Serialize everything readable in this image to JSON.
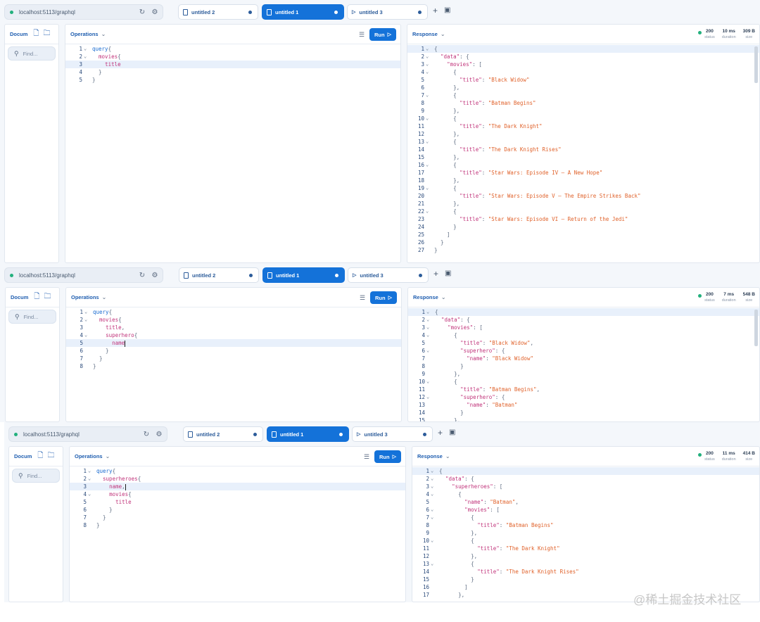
{
  "panels": [
    {
      "url": "localhost:5113/graphql",
      "tabs": [
        {
          "label": "untitled 2",
          "icon": "document-icon",
          "active": false,
          "dot": true
        },
        {
          "label": "untitled 1",
          "icon": "document-icon",
          "active": true,
          "dot": true
        },
        {
          "label": "untitled 3",
          "icon": "play-icon",
          "active": false,
          "dot": true
        }
      ],
      "documents_label": "Docum",
      "find_placeholder": "Find...",
      "operations_label": "Operations",
      "run_label": "Run",
      "response_label": "Response",
      "stats": {
        "status": "200",
        "status_label": "status",
        "duration": "10 ms",
        "duration_label": "duration",
        "size": "309 B",
        "size_label": "size"
      },
      "query_lines": [
        [
          [
            "kw",
            "query"
          ],
          [
            "pn",
            "{"
          ]
        ],
        [
          [
            "pn",
            "  "
          ],
          [
            "fld",
            "movies"
          ],
          [
            "pn",
            "{"
          ]
        ],
        [
          [
            "pn",
            "    "
          ],
          [
            "fld",
            "title"
          ]
        ],
        [
          [
            "pn",
            "  "
          ],
          [
            "pn",
            "}"
          ]
        ],
        [
          [
            "pn",
            "}"
          ]
        ]
      ],
      "query_folds": [
        "v",
        "v",
        "",
        "",
        ""
      ],
      "query_highlight": 3,
      "query_cursor_line": 0,
      "response_lines": [
        [
          [
            "pn",
            "{"
          ]
        ],
        [
          [
            "pn",
            "  "
          ],
          [
            "key",
            "\"data\""
          ],
          [
            "pn",
            ": {"
          ]
        ],
        [
          [
            "pn",
            "    "
          ],
          [
            "key",
            "\"movies\""
          ],
          [
            "pn",
            ": ["
          ]
        ],
        [
          [
            "pn",
            "      {"
          ]
        ],
        [
          [
            "pn",
            "        "
          ],
          [
            "key",
            "\"title\""
          ],
          [
            "pn",
            ": "
          ],
          [
            "str",
            "\"Black Widow\""
          ]
        ],
        [
          [
            "pn",
            "      },"
          ]
        ],
        [
          [
            "pn",
            "      {"
          ]
        ],
        [
          [
            "pn",
            "        "
          ],
          [
            "key",
            "\"title\""
          ],
          [
            "pn",
            ": "
          ],
          [
            "str",
            "\"Batman Begins\""
          ]
        ],
        [
          [
            "pn",
            "      },"
          ]
        ],
        [
          [
            "pn",
            "      {"
          ]
        ],
        [
          [
            "pn",
            "        "
          ],
          [
            "key",
            "\"title\""
          ],
          [
            "pn",
            ": "
          ],
          [
            "str",
            "\"The Dark Knight\""
          ]
        ],
        [
          [
            "pn",
            "      },"
          ]
        ],
        [
          [
            "pn",
            "      {"
          ]
        ],
        [
          [
            "pn",
            "        "
          ],
          [
            "key",
            "\"title\""
          ],
          [
            "pn",
            ": "
          ],
          [
            "str",
            "\"The Dark Knight Rises\""
          ]
        ],
        [
          [
            "pn",
            "      },"
          ]
        ],
        [
          [
            "pn",
            "      {"
          ]
        ],
        [
          [
            "pn",
            "        "
          ],
          [
            "key",
            "\"title\""
          ],
          [
            "pn",
            ": "
          ],
          [
            "str",
            "\"Star Wars: Episode IV – A New Hope\""
          ]
        ],
        [
          [
            "pn",
            "      },"
          ]
        ],
        [
          [
            "pn",
            "      {"
          ]
        ],
        [
          [
            "pn",
            "        "
          ],
          [
            "key",
            "\"title\""
          ],
          [
            "pn",
            ": "
          ],
          [
            "str",
            "\"Star Wars: Episode V – The Empire Strikes Back\""
          ]
        ],
        [
          [
            "pn",
            "      },"
          ]
        ],
        [
          [
            "pn",
            "      {"
          ]
        ],
        [
          [
            "pn",
            "        "
          ],
          [
            "key",
            "\"title\""
          ],
          [
            "pn",
            ": "
          ],
          [
            "str",
            "\"Star Wars: Episode VI – Return of the Jedi\""
          ]
        ],
        [
          [
            "pn",
            "      }"
          ]
        ],
        [
          [
            "pn",
            "    ]"
          ]
        ],
        [
          [
            "pn",
            "  }"
          ]
        ],
        [
          [
            "pn",
            "}"
          ]
        ]
      ],
      "response_folds": [
        "v",
        "v",
        "v",
        "v",
        "",
        "",
        "v",
        "",
        "",
        "v",
        "",
        "",
        "v",
        "",
        "",
        "v",
        "",
        "",
        "v",
        "",
        "",
        "v",
        "",
        "",
        "",
        "",
        ""
      ]
    },
    {
      "url": "localhost:5113/graphql",
      "tabs": [
        {
          "label": "untitled 2",
          "icon": "document-icon",
          "active": false,
          "dot": true
        },
        {
          "label": "untitled 1",
          "icon": "document-icon",
          "active": true,
          "dot": true
        },
        {
          "label": "untitled 3",
          "icon": "play-icon",
          "active": false,
          "dot": true
        }
      ],
      "documents_label": "Docum",
      "find_placeholder": "Find...",
      "operations_label": "Operations",
      "run_label": "Run",
      "response_label": "Response",
      "stats": {
        "status": "200",
        "status_label": "status",
        "duration": "7 ms",
        "duration_label": "duration",
        "size": "548 B",
        "size_label": "size"
      },
      "query_lines": [
        [
          [
            "kw",
            "query"
          ],
          [
            "pn",
            "{"
          ]
        ],
        [
          [
            "pn",
            "  "
          ],
          [
            "fld",
            "movies"
          ],
          [
            "pn",
            "{"
          ]
        ],
        [
          [
            "pn",
            "    "
          ],
          [
            "fld",
            "title"
          ],
          [
            "pn",
            ","
          ]
        ],
        [
          [
            "pn",
            "    "
          ],
          [
            "fld",
            "superhero"
          ],
          [
            "pn",
            "{"
          ]
        ],
        [
          [
            "pn",
            "      "
          ],
          [
            "fld",
            "name"
          ],
          [
            "cur",
            ""
          ]
        ],
        [
          [
            "pn",
            "    }"
          ]
        ],
        [
          [
            "pn",
            "  }"
          ]
        ],
        [
          [
            "pn",
            "}"
          ]
        ]
      ],
      "query_folds": [
        "v",
        "v",
        "",
        "v",
        "",
        "",
        "",
        ""
      ],
      "query_highlight": 5,
      "response_lines": [
        [
          [
            "pn",
            "{"
          ]
        ],
        [
          [
            "pn",
            "  "
          ],
          [
            "key",
            "\"data\""
          ],
          [
            "pn",
            ": {"
          ]
        ],
        [
          [
            "pn",
            "    "
          ],
          [
            "key",
            "\"movies\""
          ],
          [
            "pn",
            ": ["
          ]
        ],
        [
          [
            "pn",
            "      {"
          ]
        ],
        [
          [
            "pn",
            "        "
          ],
          [
            "key",
            "\"title\""
          ],
          [
            "pn",
            ": "
          ],
          [
            "str",
            "\"Black Widow\""
          ],
          [
            "pn",
            ","
          ]
        ],
        [
          [
            "pn",
            "        "
          ],
          [
            "key",
            "\"superhero\""
          ],
          [
            "pn",
            ": {"
          ]
        ],
        [
          [
            "pn",
            "          "
          ],
          [
            "key",
            "\"name\""
          ],
          [
            "pn",
            ": "
          ],
          [
            "str",
            "\"Black Widow\""
          ]
        ],
        [
          [
            "pn",
            "        }"
          ]
        ],
        [
          [
            "pn",
            "      },"
          ]
        ],
        [
          [
            "pn",
            "      {"
          ]
        ],
        [
          [
            "pn",
            "        "
          ],
          [
            "key",
            "\"title\""
          ],
          [
            "pn",
            ": "
          ],
          [
            "str",
            "\"Batman Begins\""
          ],
          [
            "pn",
            ","
          ]
        ],
        [
          [
            "pn",
            "        "
          ],
          [
            "key",
            "\"superhero\""
          ],
          [
            "pn",
            ": {"
          ]
        ],
        [
          [
            "pn",
            "          "
          ],
          [
            "key",
            "\"name\""
          ],
          [
            "pn",
            ": "
          ],
          [
            "str",
            "\"Batman\""
          ]
        ],
        [
          [
            "pn",
            "        }"
          ]
        ],
        [
          [
            "pn",
            "      },"
          ]
        ]
      ],
      "response_folds": [
        "v",
        "v",
        "v",
        "v",
        "",
        "v",
        "",
        "",
        "",
        "v",
        "",
        "v",
        "",
        "",
        ""
      ]
    },
    {
      "url": "localhost:5113/graphql",
      "tabs": [
        {
          "label": "untitled 2",
          "icon": "document-icon",
          "active": false,
          "dot": true
        },
        {
          "label": "untitled 1",
          "icon": "document-icon",
          "active": true,
          "dot": true
        },
        {
          "label": "untitled 3",
          "icon": "play-icon",
          "active": false,
          "dot": true
        }
      ],
      "documents_label": "Docum",
      "find_placeholder": "Find...",
      "operations_label": "Operations",
      "run_label": "Run",
      "response_label": "Response",
      "stats": {
        "status": "200",
        "status_label": "status",
        "duration": "11 ms",
        "duration_label": "duration",
        "size": "414 B",
        "size_label": "size"
      },
      "query_lines": [
        [
          [
            "kw",
            "query"
          ],
          [
            "pn",
            "{"
          ]
        ],
        [
          [
            "pn",
            "  "
          ],
          [
            "fld",
            "superheroes"
          ],
          [
            "pn",
            "{"
          ]
        ],
        [
          [
            "pn",
            "    "
          ],
          [
            "fld",
            "name"
          ],
          [
            "pn",
            ","
          ],
          [
            "cur",
            ""
          ]
        ],
        [
          [
            "pn",
            "    "
          ],
          [
            "fld",
            "movies"
          ],
          [
            "pn",
            "{"
          ]
        ],
        [
          [
            "pn",
            "      "
          ],
          [
            "fld",
            "title"
          ]
        ],
        [
          [
            "pn",
            "    }"
          ]
        ],
        [
          [
            "pn",
            "  }"
          ]
        ],
        [
          [
            "pn",
            "}"
          ]
        ]
      ],
      "query_folds": [
        "v",
        "v",
        "",
        "v",
        "",
        "",
        "",
        ""
      ],
      "query_highlight": 3,
      "response_lines": [
        [
          [
            "pn",
            "{"
          ]
        ],
        [
          [
            "pn",
            "  "
          ],
          [
            "key",
            "\"data\""
          ],
          [
            "pn",
            ": {"
          ]
        ],
        [
          [
            "pn",
            "    "
          ],
          [
            "key",
            "\"superheroes\""
          ],
          [
            "pn",
            ": ["
          ]
        ],
        [
          [
            "pn",
            "      {"
          ]
        ],
        [
          [
            "pn",
            "        "
          ],
          [
            "key",
            "\"name\""
          ],
          [
            "pn",
            ": "
          ],
          [
            "str",
            "\"Batman\""
          ],
          [
            "pn",
            ","
          ]
        ],
        [
          [
            "pn",
            "        "
          ],
          [
            "key",
            "\"movies\""
          ],
          [
            "pn",
            ": ["
          ]
        ],
        [
          [
            "pn",
            "          {"
          ]
        ],
        [
          [
            "pn",
            "            "
          ],
          [
            "key",
            "\"title\""
          ],
          [
            "pn",
            ": "
          ],
          [
            "str",
            "\"Batman Begins\""
          ]
        ],
        [
          [
            "pn",
            "          },"
          ]
        ],
        [
          [
            "pn",
            "          {"
          ]
        ],
        [
          [
            "pn",
            "            "
          ],
          [
            "key",
            "\"title\""
          ],
          [
            "pn",
            ": "
          ],
          [
            "str",
            "\"The Dark Knight\""
          ]
        ],
        [
          [
            "pn",
            "          },"
          ]
        ],
        [
          [
            "pn",
            "          {"
          ]
        ],
        [
          [
            "pn",
            "            "
          ],
          [
            "key",
            "\"title\""
          ],
          [
            "pn",
            ": "
          ],
          [
            "str",
            "\"The Dark Knight Rises\""
          ]
        ],
        [
          [
            "pn",
            "          }"
          ]
        ],
        [
          [
            "pn",
            "        ]"
          ]
        ],
        [
          [
            "pn",
            "      },"
          ]
        ]
      ],
      "response_folds": [
        "v",
        "v",
        "v",
        "v",
        "",
        "v",
        "v",
        "",
        "",
        "v",
        "",
        "",
        "v",
        "",
        "",
        "",
        ""
      ]
    }
  ],
  "watermark": "@稀土掘金技术社区",
  "colors": {
    "accent": "#1472d9",
    "keyword": "#1a6cd1",
    "field": "#c0337a",
    "string": "#e0622b",
    "status_ok": "#22b07d"
  }
}
